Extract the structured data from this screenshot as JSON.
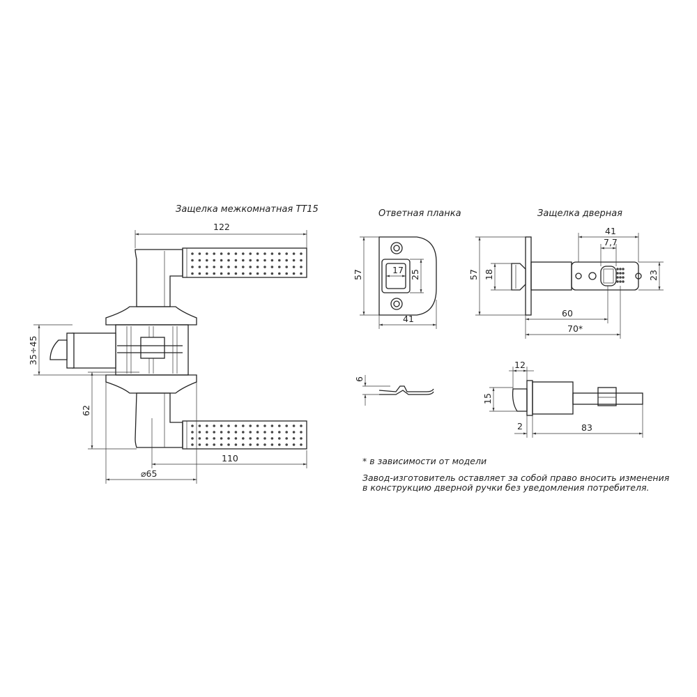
{
  "titles": {
    "interior_latch": "Защелка межкомнатная ТТ15",
    "strike_plate": "Ответная планка",
    "door_latch": "Защелка дверная"
  },
  "dimensions": {
    "handle_length": "122",
    "spindle_range": "35÷45",
    "center_height": "62",
    "lever_length": "110",
    "rose_diameter": "⌀65",
    "plate_height": "57",
    "plate_width": "41",
    "plate_slot_width": "17",
    "plate_slot_height": "25",
    "plate_thickness": "6",
    "latch_height": "57",
    "latch_bolt": "18",
    "latch_body_41": "41",
    "latch_square": "7,7",
    "latch_body_23": "23",
    "latch_backset_60": "60",
    "latch_backset_70": "70*",
    "side_12": "12",
    "side_15": "15",
    "side_2": "2",
    "side_83": "83"
  },
  "notes": {
    "footnote": "* в зависимости от модели",
    "disclaimer_line1": "Завод-изготовитель оставляет за собой право вносить изменения",
    "disclaimer_line2": "в конструкцию дверной ручки без уведомления потребителя."
  }
}
